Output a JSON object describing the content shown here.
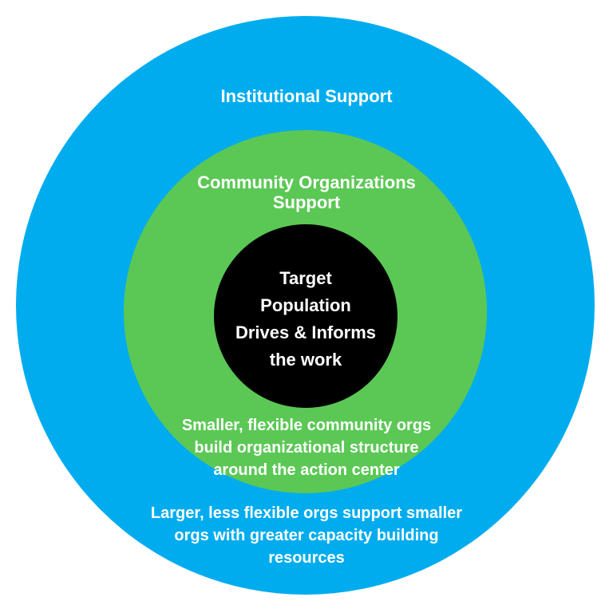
{
  "colors": {
    "outer": "#00acee",
    "middle": "#5bc855",
    "inner": "#000000",
    "text": "#ffffff"
  },
  "outer": {
    "title": "Institutional Support",
    "description": [
      "Larger, less flexible orgs support smaller",
      "orgs with greater capacity building",
      "resources"
    ]
  },
  "middle": {
    "title": [
      "Community Organizations",
      "Support"
    ],
    "description": [
      "Smaller, flexible community orgs",
      "build organizational structure",
      "around the action center"
    ]
  },
  "inner": {
    "title": [
      "Target",
      "Population",
      "Drives & Informs",
      "the work"
    ]
  }
}
